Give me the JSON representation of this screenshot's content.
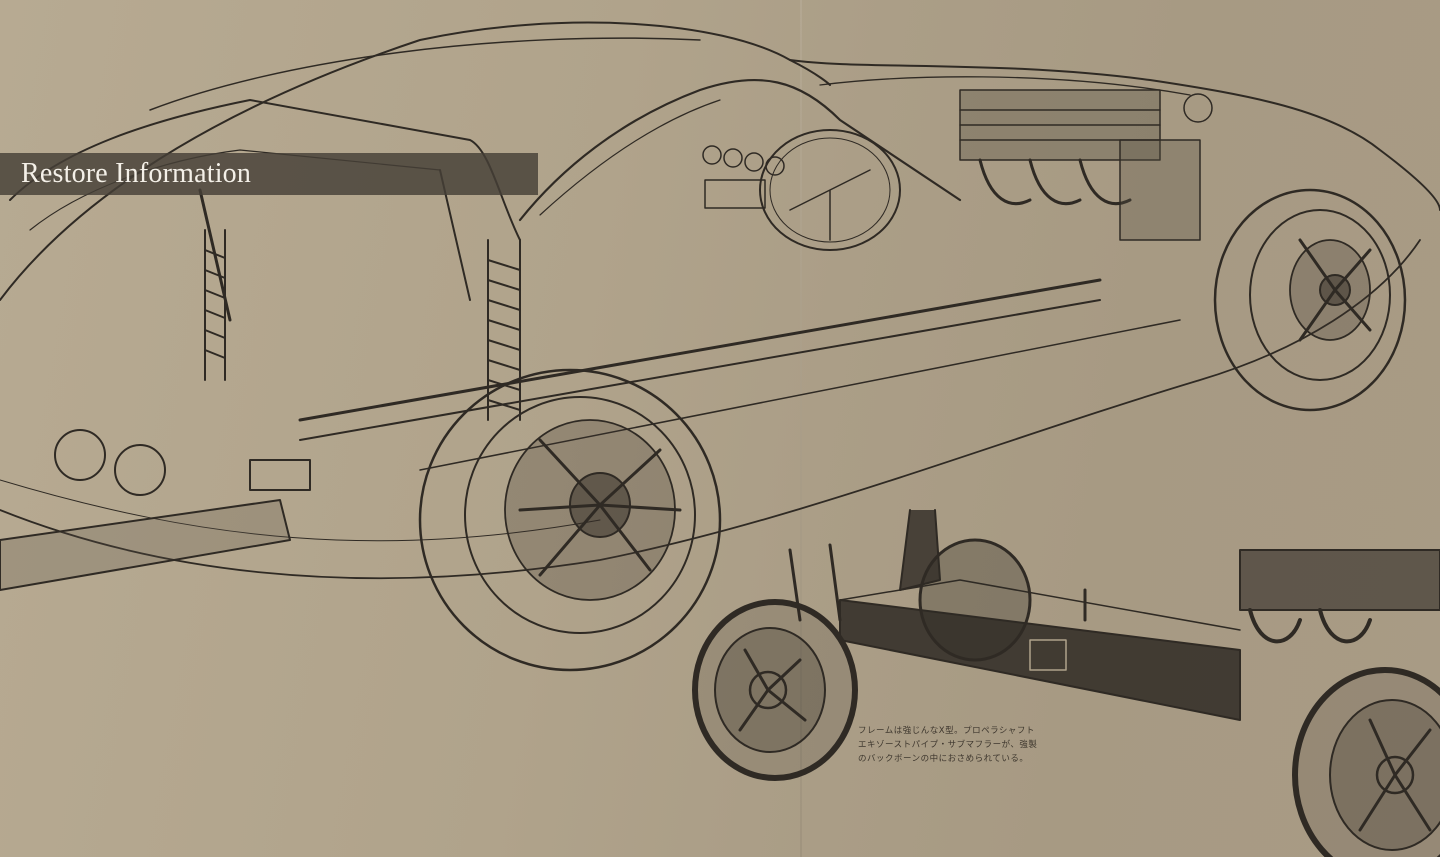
{
  "hero": {
    "title": "Restore Information",
    "image_description": "Vintage cutaway line illustration of a sports car with separate backbone chassis illustration",
    "caption_lines": [
      "フレームは強じんなX型。プロペラシャフト",
      "エキゾーストパイプ・サブマフラーが、強製",
      "のバックボーンの中におさめられている。"
    ]
  },
  "colors": {
    "paper": "#b0a38b",
    "ink": "#2f2a24",
    "banner_bg": "#464037",
    "banner_text": "#f4f0e8"
  }
}
